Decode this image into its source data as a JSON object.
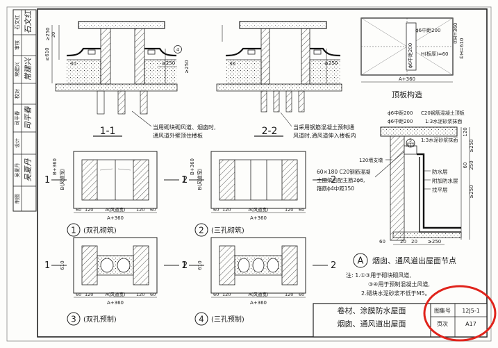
{
  "left_strip": {
    "rows": [
      {
        "label": "石文红",
        "sig": "石文红"
      },
      {
        "label": "审核",
        "sig": ""
      },
      {
        "label": "常建兴",
        "sig": "常建兴"
      },
      {
        "label": "校对",
        "sig": ""
      },
      {
        "label": "司平春",
        "sig": "司平春"
      },
      {
        "label": "设计",
        "sig": ""
      },
      {
        "label": "吴夏丹",
        "sig": "吴夏丹"
      },
      {
        "label": "制图",
        "sig": ""
      }
    ]
  },
  "section_1": {
    "label": "1-1",
    "note": "当用砌块砌风道、烟囱时,\n通风道外壁顶住楼板",
    "dims": [
      "≥250",
      "≥610",
      "30",
      "≥250",
      "≥250",
      "20",
      "4"
    ]
  },
  "section_2": {
    "label": "2-2",
    "note": "当采用钢筋混凝土预制通\n风道时,通风道伸入楼板内",
    "dims": [
      "≥250",
      "30"
    ]
  },
  "roof_slab": {
    "title": "顶板构造",
    "rebar1": "ϕ6中距200",
    "rebar2": "ϕ6中距200",
    "thickness": "H(板厚)=60",
    "side_dims": [
      "②H=360",
      "①H=610"
    ],
    "bottom_dim": "A+360"
  },
  "detail_A": {
    "top_rebar1": "ϕ6中距200",
    "top_rebar2": "ϕ6中距200",
    "c20": "C20钢筋混凝土顶板",
    "mortar1": "1:3水泥砂浆抹面",
    "mortar2": "1:3水泥砂浆抹面",
    "wall": "120墙支墩",
    "beam": "60×180 C20钢筋混凝\n土圈梁内配主筋2ϕ6,\n箍筋ϕ4中距150",
    "layers": [
      "防水层",
      "附加防水层",
      "找平层"
    ],
    "marker_num": "5",
    "marker_ref": "A11",
    "dims": [
      "120",
      "20",
      "20",
      "≥250",
      "60",
      "250",
      "≥250",
      "60",
      "≥250"
    ]
  },
  "plans": [
    {
      "num": "1",
      "caption": "(双孔砌筑)",
      "dims_bottom": [
        "60",
        "120",
        "A(风道宽)",
        "120",
        "60"
      ],
      "total": "A+360",
      "left": [
        "B+360",
        "B(风道宽)"
      ]
    },
    {
      "num": "2",
      "caption": "(三孔砌筑)",
      "dims_bottom": [
        "60",
        "120",
        "A(风道宽)",
        "120",
        "60"
      ],
      "total": "A+360",
      "left": [
        "B+360",
        "B(风道宽)"
      ]
    },
    {
      "num": "3",
      "caption": "(双孔预制)",
      "dims_bottom": [
        "60",
        "120",
        "A(风道宽)",
        "120",
        "60"
      ],
      "total": "A+360",
      "left": [
        "610"
      ]
    },
    {
      "num": "4",
      "caption": "(三孔预制)",
      "dims_bottom": [
        "60",
        "120",
        "A(风道宽)",
        "120",
        "60"
      ],
      "total": "A+360",
      "left": [
        "610"
      ]
    }
  ],
  "caption_A": {
    "letter": "A",
    "text": "烟囱、通风道出屋面节点"
  },
  "notes": {
    "head": "注: 1.①③用于砌块砌风道,",
    "l2": "③④用于预制混凝土风道,",
    "l3": "2.砌块水泥砂浆不低于M5。"
  },
  "title_block": {
    "line1": "卷材、涂膜防水屋面",
    "line2": "烟囱、通风道出屋面",
    "atlas_label": "图集号",
    "atlas_no": "12J5-1",
    "page_label": "页次",
    "page_no": "A17"
  }
}
